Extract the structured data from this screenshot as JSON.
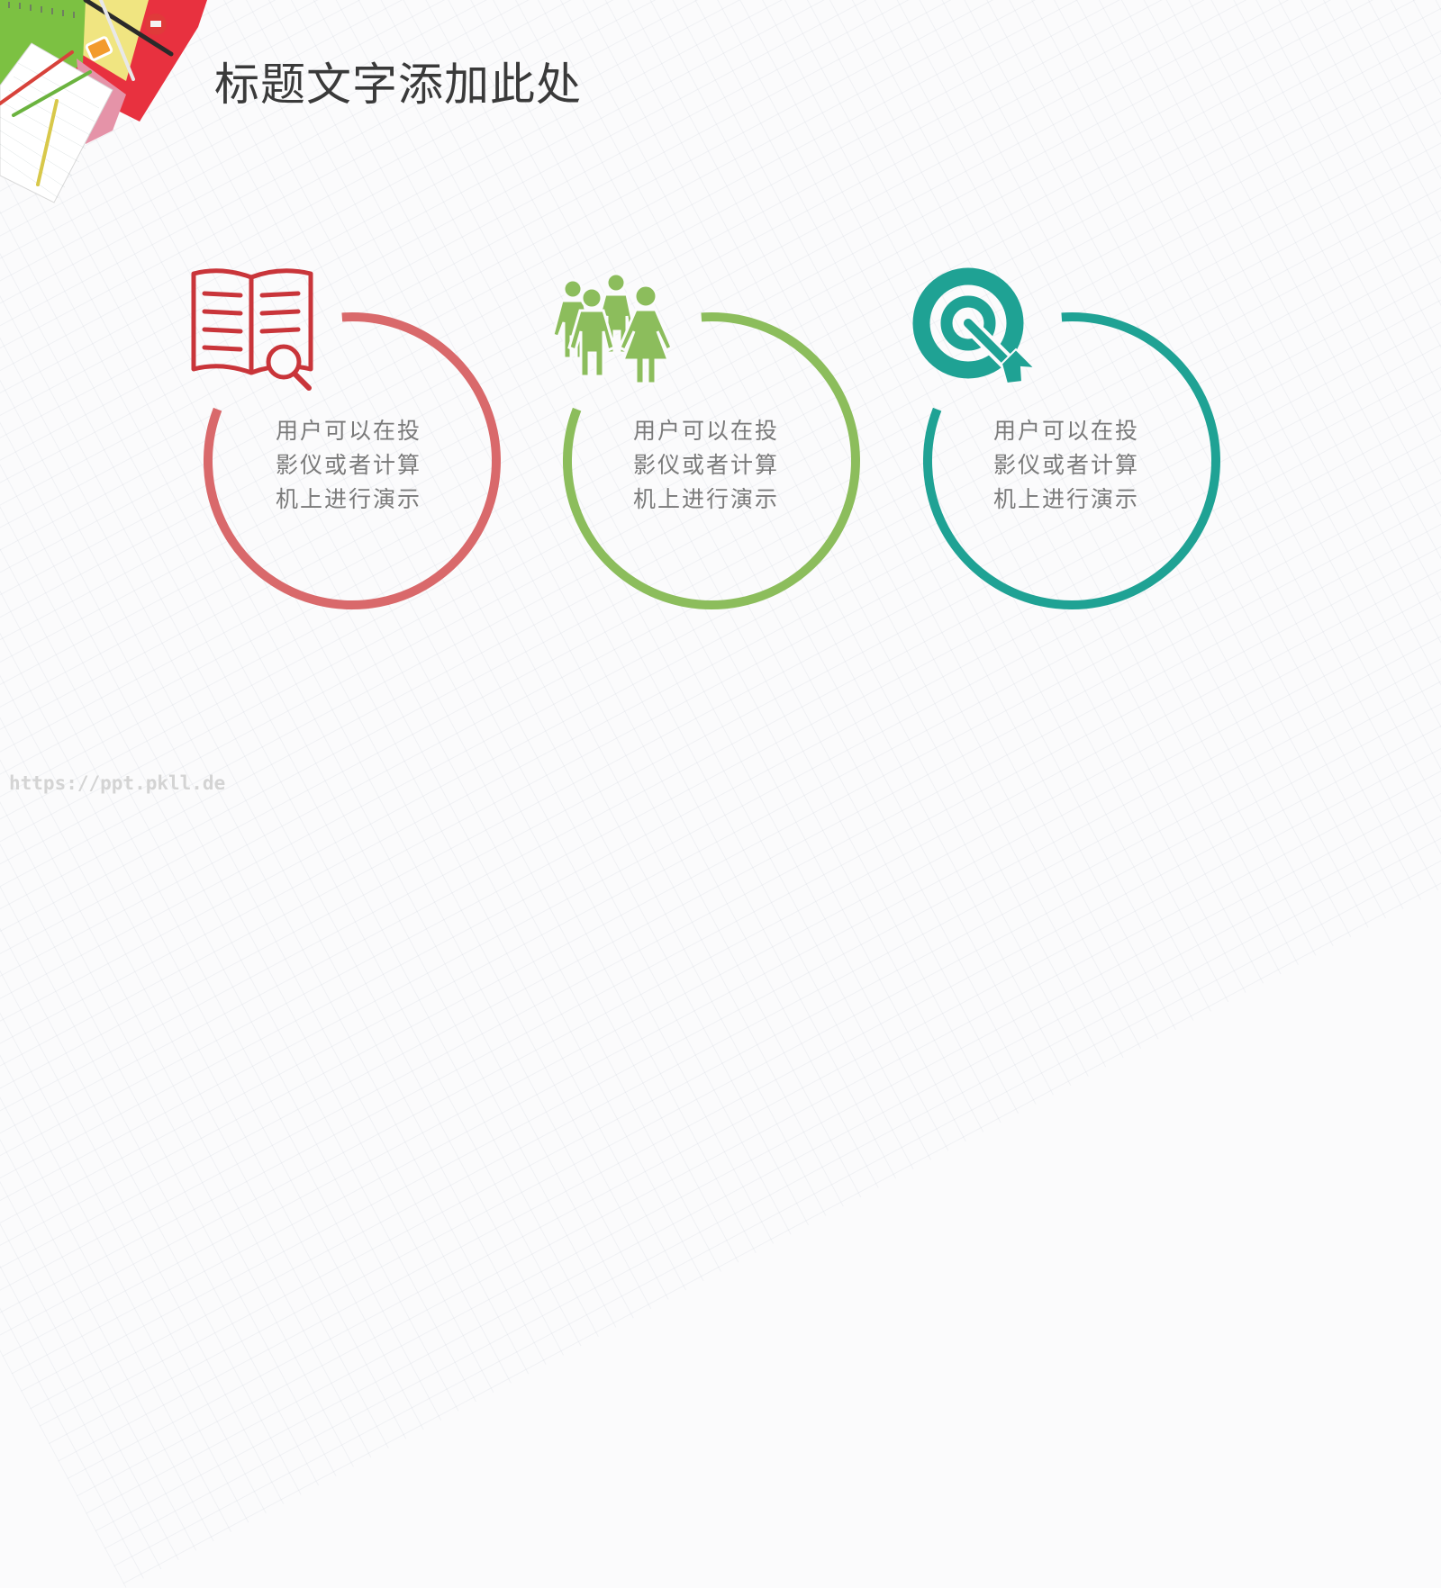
{
  "slide": {
    "title": "标题文字添加此处",
    "background": "#fbfbfc",
    "watermark": "https://ppt.pkll.de"
  },
  "items": [
    {
      "icon": "book-search-icon",
      "color": "#d9696b",
      "icon_color": "#c9353a",
      "lines": [
        "用户可以在投",
        "影仪或者计算",
        "机上进行演示"
      ]
    },
    {
      "icon": "people-group-icon",
      "color": "#8cbd5c",
      "icon_color": "#8cbd5c",
      "lines": [
        "用户可以在投",
        "影仪或者计算",
        "机上进行演示"
      ]
    },
    {
      "icon": "target-arrow-icon",
      "color": "#1fa294",
      "icon_color": "#1fa294",
      "lines": [
        "用户可以在投",
        "影仪或者计算",
        "机上进行演示"
      ]
    }
  ]
}
